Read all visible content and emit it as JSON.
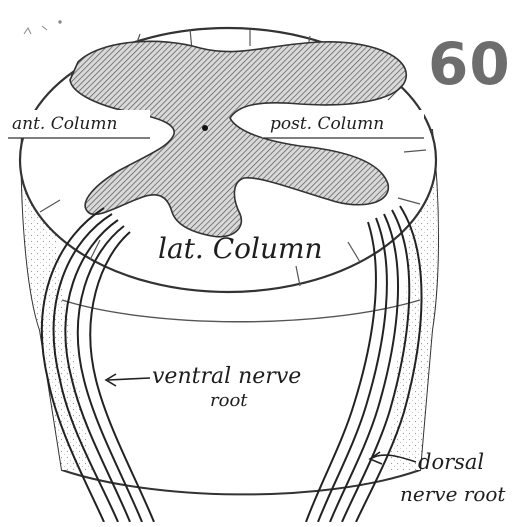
{
  "figure": {
    "number": "60",
    "labels": {
      "ant_column": "ant. Column",
      "post_column": "post. Column",
      "lat_column": "lat. Column",
      "ventral_line1": "ventral nerve",
      "ventral_line2": "root",
      "dorsal_line1": "dorsal",
      "dorsal_line2": "nerve root"
    }
  }
}
